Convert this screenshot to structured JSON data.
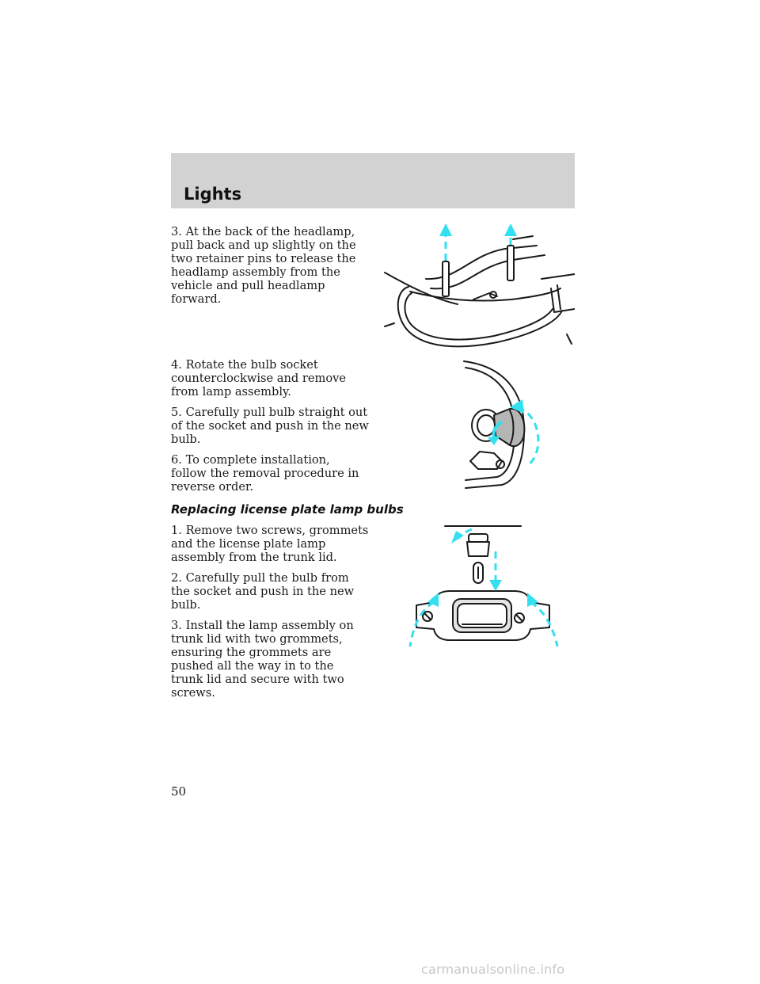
{
  "header": {
    "section": "Lights"
  },
  "headlamp": {
    "steps": [
      "3. At the back of the headlamp, pull back and up slightly on the two retainer pins to release the headlamp assembly from the vehicle and pull headlamp forward."
    ]
  },
  "bulb": {
    "steps": [
      "4. Rotate the bulb socket counterclockwise and remove from lamp assembly.",
      "5. Carefully pull bulb straight out of the socket and push in the new bulb.",
      "6. To complete installation, follow the removal procedure in reverse order."
    ]
  },
  "license": {
    "heading": "Replacing license plate lamp bulbs",
    "steps": [
      "1. Remove two screws, grommets and the license plate lamp assembly from the trunk lid.",
      "2. Carefully pull the bulb from the socket and push in the new bulb.",
      "3. Install the lamp assembly on trunk lid with two grommets, ensuring the grommets are pushed all the way in to the trunk lid and secure with two screws."
    ]
  },
  "page": {
    "number": "50"
  },
  "footer": {
    "url": "carmanualsonline.info"
  },
  "colors": {
    "arrow": "#33e0f0",
    "band": "#d2d2d2"
  }
}
